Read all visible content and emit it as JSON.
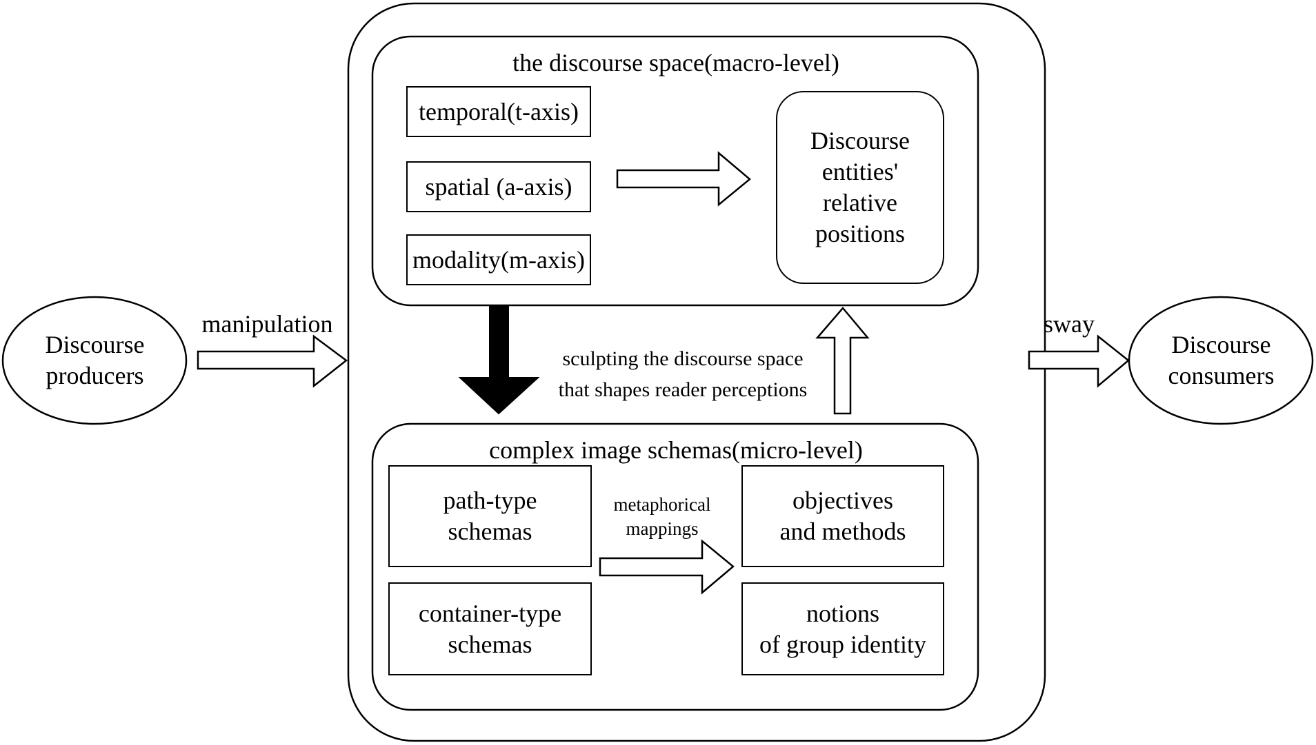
{
  "producers": {
    "line1": "Discourse",
    "line2": "producers"
  },
  "consumers": {
    "line1": "Discourse",
    "line2": "consumers"
  },
  "left_arrow_label": "manipulation",
  "right_arrow_label": "sway",
  "macro": {
    "title": "the discourse space(macro-level)",
    "axes": [
      "temporal(t-axis)",
      "spatial (a-axis)",
      "modality(m-axis)"
    ],
    "result": {
      "line1": "Discourse",
      "line2": "entities'",
      "line3": "relative",
      "line4": "positions"
    }
  },
  "middle_label": {
    "line1": "sculpting the discourse space",
    "line2": "that shapes reader perceptions"
  },
  "micro": {
    "title": "complex image schemas(micro-level)",
    "source": [
      {
        "line1": "path-type",
        "line2": "schemas"
      },
      {
        "line1": "container-type",
        "line2": "schemas"
      }
    ],
    "mapping_label": {
      "line1": "metaphorical",
      "line2": "mappings"
    },
    "target": [
      {
        "line1": "objectives",
        "line2": "and methods"
      },
      {
        "line1": "notions",
        "line2": "of group identity"
      }
    ]
  }
}
